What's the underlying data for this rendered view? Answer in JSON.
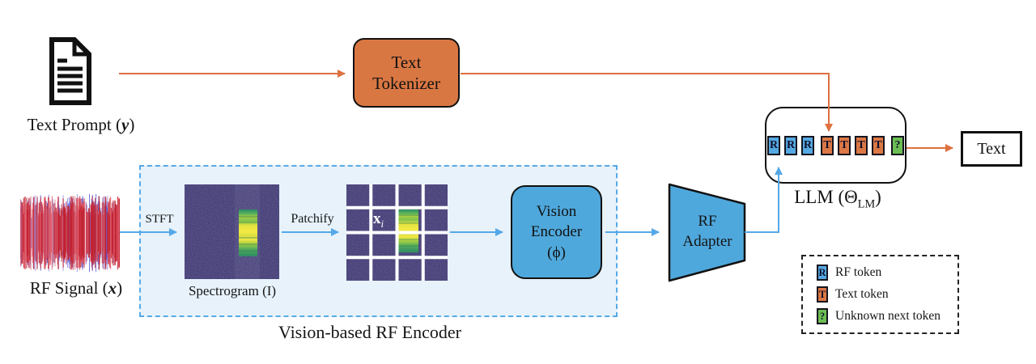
{
  "colors": {
    "arrow_orange": "#DE7140",
    "arrow_blue": "#55A8E8",
    "box_orange": "#D97743",
    "box_blue": "#4FA8DC",
    "panel_fill": "#E7F2FB",
    "panel_dash": "#55A9E8",
    "token_blue": "#55A9E2",
    "token_orange": "#DC7845",
    "token_green": "#6CBE53",
    "spectrogram_dark": "#342E66"
  },
  "text_prompt": {
    "prefix": "Text Prompt (",
    "var": "y",
    "suffix": ")"
  },
  "rf_signal_label": {
    "prefix": "RF Signal (",
    "var": "x",
    "suffix": ")"
  },
  "tokenizer": {
    "line1": "Text",
    "line2": "Tokenizer"
  },
  "rf_encoder_group": {
    "title": "Vision-based RF Encoder",
    "stft_arrow_label": "STFT",
    "patchify_arrow_label": "Patchify",
    "spectrogram_caption": "Spectrogram (I)",
    "patch_token": {
      "base": "x",
      "sub": "i"
    }
  },
  "vision_encoder": {
    "line1": "Vision",
    "line2": "Encoder",
    "line3": "(ϕ)"
  },
  "rf_adapter": {
    "line1": "RF",
    "line2": "Adapter"
  },
  "llm": {
    "caption": {
      "prefix": "LLM (Θ",
      "sub": "LM",
      "suffix": ")"
    },
    "tokens": [
      {
        "label": "R",
        "type": "rf"
      },
      {
        "label": "R",
        "type": "rf"
      },
      {
        "label": "R",
        "type": "rf"
      },
      {
        "label": "T",
        "type": "text"
      },
      {
        "label": "T",
        "type": "text"
      },
      {
        "label": "T",
        "type": "text"
      },
      {
        "label": "T",
        "type": "text"
      },
      {
        "label": "?",
        "type": "unknown"
      }
    ]
  },
  "output_box": {
    "label": "Text"
  },
  "legend": {
    "items": [
      {
        "token": "R",
        "type": "rf",
        "label": "RF token"
      },
      {
        "token": "T",
        "type": "text",
        "label": "Text token"
      },
      {
        "token": "?",
        "type": "unknown",
        "label": "Unknown next token"
      }
    ]
  }
}
